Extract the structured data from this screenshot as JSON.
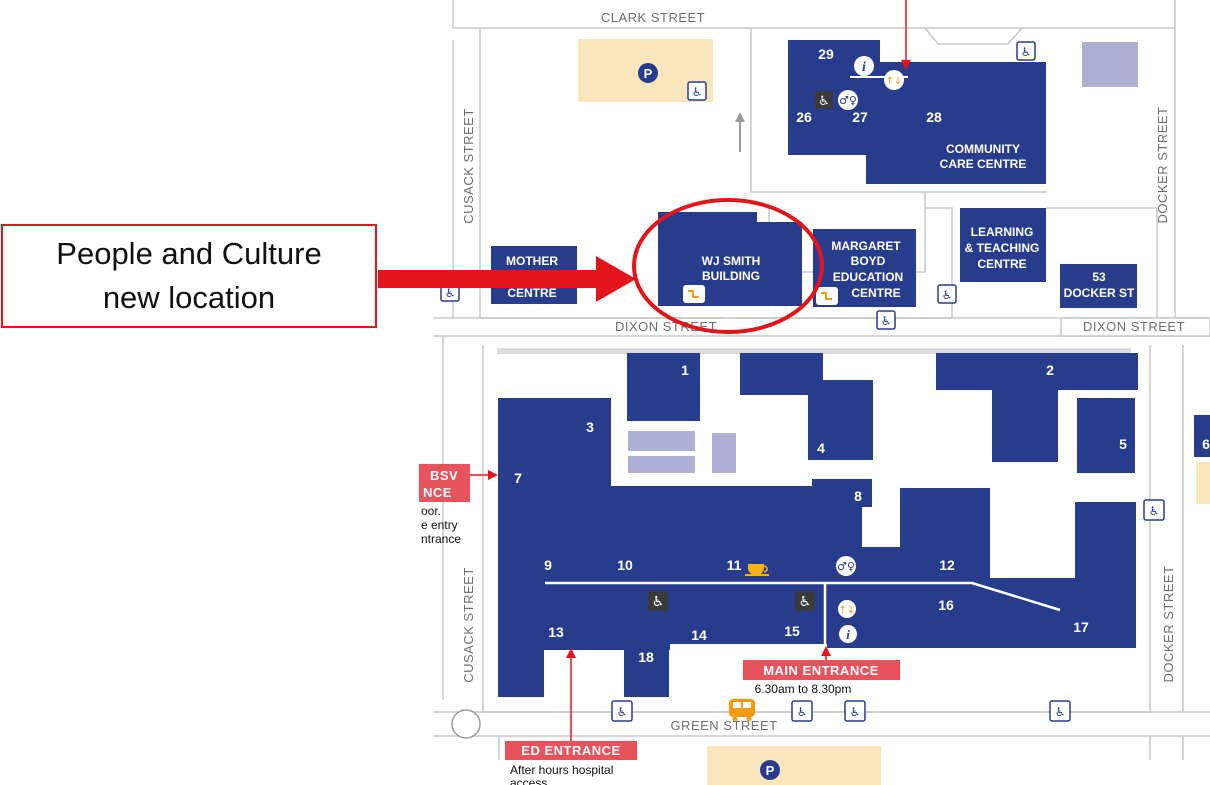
{
  "streets": {
    "clark": "CLARK STREET",
    "cusack": "CUSACK STREET",
    "docker": "DOCKER STREET",
    "dixon": "DIXON STREET",
    "green": "GREEN STREET"
  },
  "buildings": {
    "mother_top": "MOTHER",
    "mother_bottom": "CENTRE",
    "wj_smith_1": "WJ SMITH",
    "wj_smith_2": "BUILDING",
    "margaret_1": "MARGARET",
    "margaret_2": "BOYD",
    "margaret_3": "EDUCATION",
    "margaret_4": "CENTRE",
    "learning_1": "LEARNING",
    "learning_2": "& TEACHING",
    "learning_3": "CENTRE",
    "docker53_1": "53",
    "docker53_2": "DOCKER ST",
    "community_1": "COMMUNITY",
    "community_2": "CARE CENTRE"
  },
  "numbers": [
    "29",
    "26",
    "27",
    "28",
    "1",
    "2",
    "3",
    "4",
    "5",
    "6",
    "7",
    "8",
    "9",
    "10",
    "11",
    "12",
    "13",
    "14",
    "15",
    "16",
    "17",
    "18"
  ],
  "entrances": {
    "main": "MAIN ENTRANCE",
    "main_hours": "6.30am to 8.30pm",
    "ed": "ED ENTRANCE",
    "ed_note_1": "After hours hospital",
    "ed_note_2": "access",
    "bsv_1": "BSV",
    "bsv_2": "NCE",
    "bsv_note_1": "oor.",
    "bsv_note_2": "e entry",
    "bsv_note_3": "ntrance"
  },
  "icons": {
    "parking": "P",
    "info": "i"
  },
  "callout": {
    "text": "People and Culture\nnew location"
  },
  "colors": {
    "building": "#283c8e",
    "highlight": "#e3151a",
    "entrance": "#e8525c",
    "parking_lot": "#fbe6bc",
    "grey_block": "#aeb0d3",
    "stairs": "#f39c12"
  }
}
